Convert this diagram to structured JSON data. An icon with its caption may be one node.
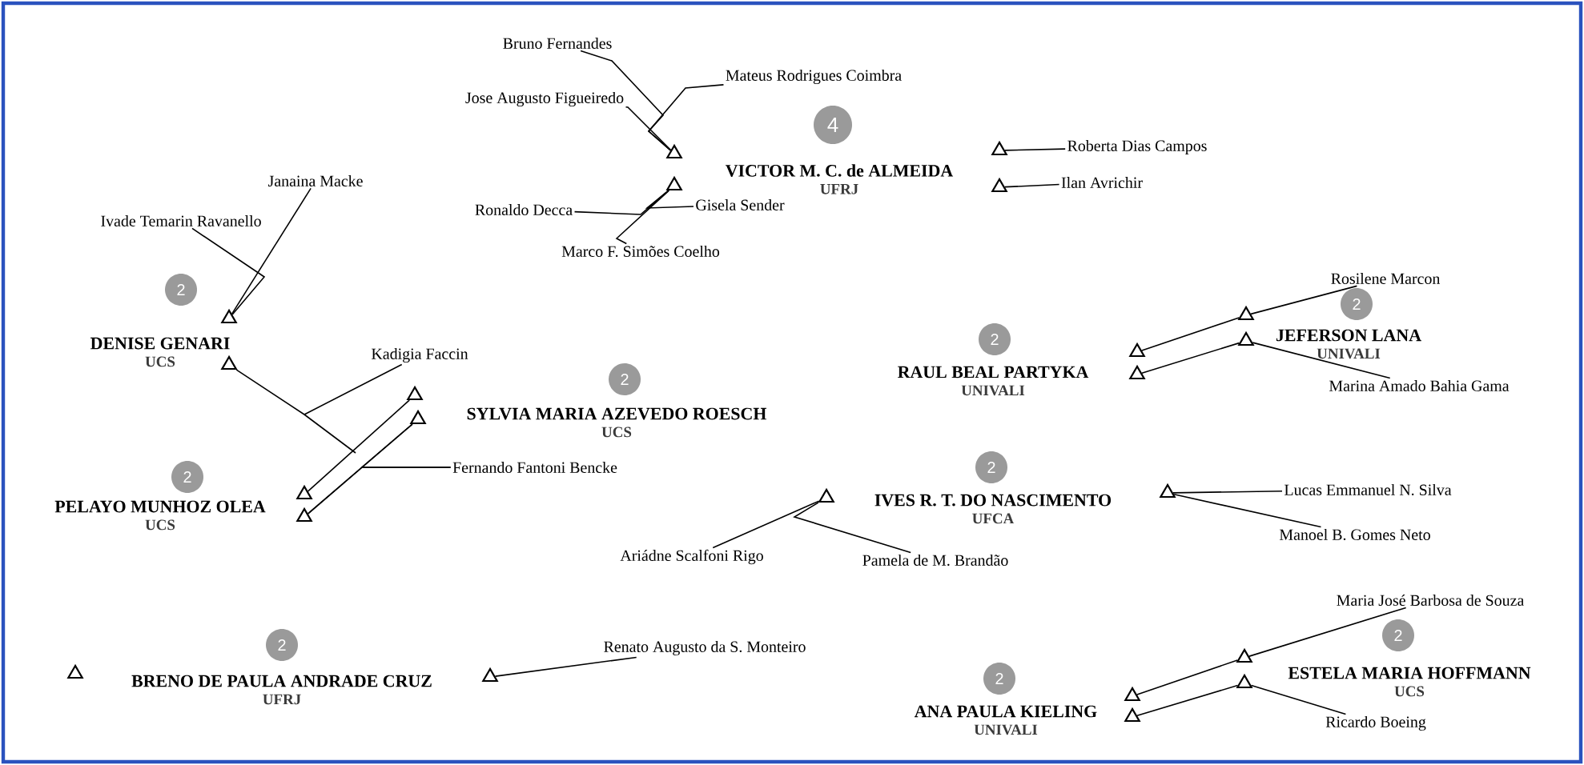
{
  "diagram": {
    "nodes": [
      {
        "text": [
          "VICTOR M. C. de ALMEIDA",
          "UFRJ"
        ],
        "beside": [
          "4"
        ]
      },
      {
        "text": [
          "Bruno Fernandes"
        ]
      },
      {
        "text": [
          "Mateus Rodrigues Coimbra"
        ]
      },
      {
        "text": [
          "Jose Augusto Figueiredo"
        ]
      },
      {
        "text": [
          "Ronaldo Decca"
        ]
      },
      {
        "text": [
          "Gisela Sender"
        ]
      },
      {
        "text": [
          "Marco F. Simões Coelho"
        ]
      },
      {
        "text": [
          "Roberta Dias Campos"
        ]
      },
      {
        "text": [
          "Ilan Avrichir"
        ]
      },
      {
        "text": [
          "DENISE GENARI",
          "UCS"
        ],
        "beside": [
          "2"
        ]
      },
      {
        "text": [
          "Janaina Macke"
        ]
      },
      {
        "text": [
          "Ivade Temarin Ravanello"
        ]
      },
      {
        "text": [
          "Kadigia Faccin"
        ]
      },
      {
        "text": [
          "SYLVIA MARIA AZEVEDO ROESCH",
          "UCS"
        ],
        "beside": [
          "2"
        ]
      },
      {
        "text": [
          "PELAYO MUNHOZ OLEA",
          "UCS"
        ],
        "beside": [
          "2"
        ]
      },
      {
        "text": [
          "Fernando Fantoni Bencke"
        ]
      },
      {
        "text": [
          "RAUL BEAL PARTYKA",
          "UNIVALI"
        ],
        "beside": [
          "2"
        ]
      },
      {
        "text": [
          "JEFERSON LANA",
          "UNIVALI"
        ],
        "beside": [
          "2"
        ]
      },
      {
        "text": [
          "Rosilene Marcon"
        ]
      },
      {
        "text": [
          "Marina Amado Bahia Gama"
        ]
      },
      {
        "text": [
          "IVES R. T. DO NASCIMENTO",
          "UFCA"
        ],
        "beside": [
          "2"
        ]
      },
      {
        "text": [
          "Ariádne Scalfoni Rigo"
        ]
      },
      {
        "text": [
          "Pamela de M. Brandão"
        ]
      },
      {
        "text": [
          "Lucas Emmanuel N. Silva"
        ]
      },
      {
        "text": [
          "Manoel B. Gomes Neto"
        ]
      },
      {
        "text": [
          "BRENO DE PAULA ANDRADE CRUZ",
          "UFRJ"
        ],
        "beside": [
          "2"
        ]
      },
      {
        "text": [
          "Renato Augusto da S. Monteiro"
        ]
      },
      {
        "text": [
          "ANA PAULA KIELING",
          "UNIVALI"
        ],
        "beside": [
          "2"
        ]
      },
      {
        "text": [
          "ESTELA MARIA HOFFMANN",
          "UCS"
        ],
        "beside": [
          "2"
        ]
      },
      {
        "text": [
          "Maria José Barbosa de Souza"
        ]
      },
      {
        "text": [
          "Ricardo Boeing"
        ]
      }
    ],
    "edges": [
      {
        "from": 1,
        "to": 0,
        "arrow": "none"
      },
      {
        "from": 2,
        "to": 0,
        "arrow": "none"
      },
      {
        "from": 3,
        "to": 0,
        "arrow": "none"
      },
      {
        "from": 4,
        "to": 0,
        "arrow": "none"
      },
      {
        "from": 5,
        "to": 0,
        "arrow": "none"
      },
      {
        "from": 6,
        "to": 0,
        "arrow": "none"
      },
      {
        "from": 7,
        "to": 0,
        "arrow": "none"
      },
      {
        "from": 8,
        "to": 0,
        "arrow": "none"
      },
      {
        "from": 10,
        "to": 9,
        "arrow": "none"
      },
      {
        "from": 11,
        "to": 9,
        "arrow": "none"
      },
      {
        "from": 12,
        "to": 9,
        "arrow": "none"
      },
      {
        "from": 14,
        "to": 13,
        "arrow": "none"
      },
      {
        "from": 14,
        "to": 13,
        "arrow": "none"
      },
      {
        "from": 15,
        "to": 14,
        "arrow": "none"
      },
      {
        "from": 15,
        "to": 13,
        "arrow": "none"
      },
      {
        "from": 16,
        "to": 17,
        "arrow": "none"
      },
      {
        "from": 16,
        "to": 17,
        "arrow": "none"
      },
      {
        "from": 18,
        "to": 17,
        "arrow": "none"
      },
      {
        "from": 19,
        "to": 17,
        "arrow": "none"
      },
      {
        "from": 21,
        "to": 20,
        "arrow": "none"
      },
      {
        "from": 22,
        "to": 20,
        "arrow": "none"
      },
      {
        "from": 23,
        "to": 20,
        "arrow": "none"
      },
      {
        "from": 24,
        "to": 20,
        "arrow": "none"
      },
      {
        "from": 26,
        "to": 25,
        "arrow": "none"
      },
      {
        "from": 27,
        "to": 28,
        "arrow": "none"
      },
      {
        "from": 27,
        "to": 28,
        "arrow": "none"
      },
      {
        "from": 29,
        "to": 28,
        "arrow": "none"
      },
      {
        "from": 30,
        "to": 28,
        "arrow": "none"
      }
    ]
  }
}
